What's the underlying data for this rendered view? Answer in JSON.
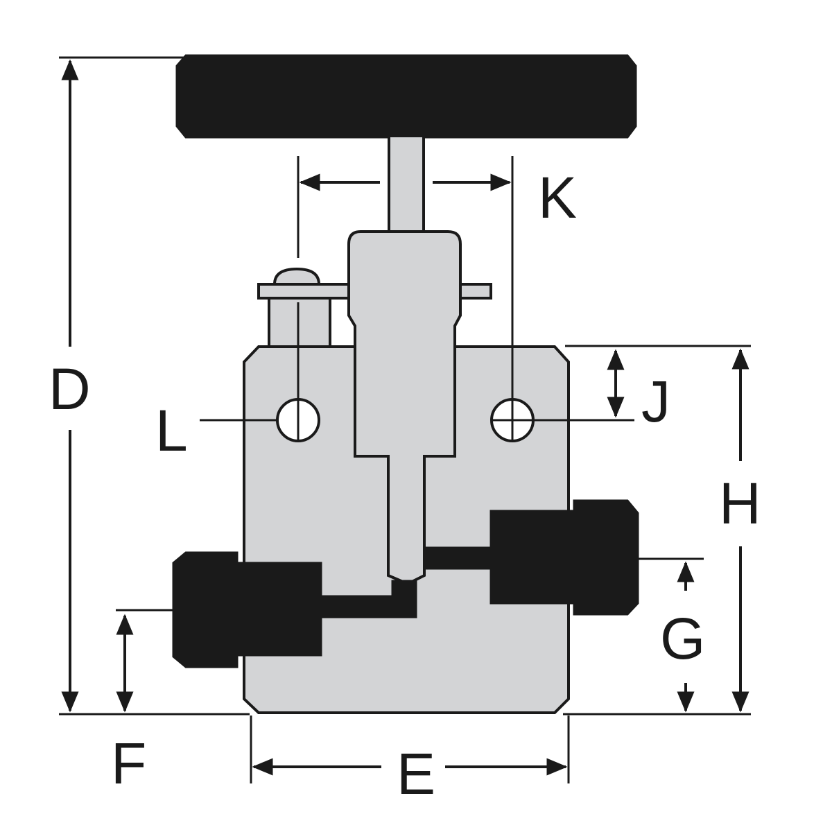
{
  "diagram": {
    "labels": {
      "D": "D",
      "K": "K",
      "L": "L",
      "J": "J",
      "H": "H",
      "G": "G",
      "F": "F",
      "E": "E"
    },
    "colors": {
      "dark": "#1a1a1a",
      "body": "#d3d4d6",
      "background": "#ffffff"
    }
  }
}
